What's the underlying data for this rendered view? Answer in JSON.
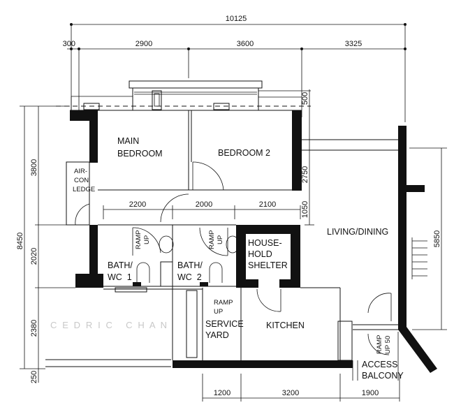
{
  "title": "Floor plan",
  "colors": {
    "line": "#111111",
    "wall": "#111111",
    "watermark": "#c8c8c8"
  },
  "dimensions": {
    "top_total": "10125",
    "top": [
      "300",
      "2900",
      "3600",
      "3325"
    ],
    "middle": [
      "2200",
      "2000",
      "2100"
    ],
    "bottom": [
      "1200",
      "3200",
      "1900"
    ],
    "left_total": "8450",
    "left": [
      "3800",
      "2020",
      "2380",
      "250"
    ],
    "right_upper": [
      "500",
      "2750",
      "1050"
    ],
    "right_total": "5850"
  },
  "rooms": {
    "main_bedroom": [
      "MAIN",
      "BEDROOM"
    ],
    "bedroom_2": "BEDROOM 2",
    "aircon_ledge": [
      "AIR-",
      "CON",
      "LEDGE"
    ],
    "living_dining": "LIVING/DINING",
    "household_shelter": [
      "HOUSE-",
      "HOLD",
      "SHELTER"
    ],
    "bath_wc_1": [
      "BATH/",
      "WC  1"
    ],
    "bath_wc_2": [
      "BATH/",
      "WC  2"
    ],
    "service_yard": [
      "SERVICE",
      "YARD"
    ],
    "kitchen": "KITCHEN",
    "access_balcony": [
      "ACCESS",
      "BALCONY"
    ]
  },
  "ramps": {
    "bath1": [
      "RAMP",
      "UP"
    ],
    "bath2": [
      "RAMP",
      "UP"
    ],
    "service_yard": [
      "RAMP",
      "UP"
    ],
    "balcony": [
      "RAMP",
      "UP 50"
    ]
  },
  "watermark": "C E D R I C   C H A N"
}
